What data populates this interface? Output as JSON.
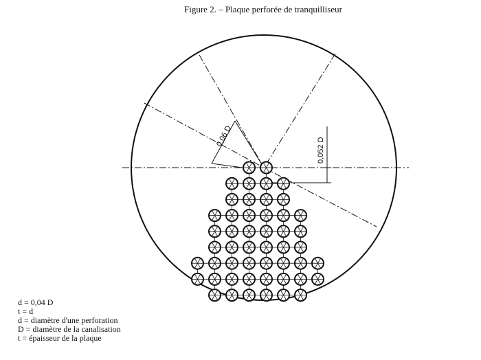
{
  "title": "Figure 2. – Plaque perforée de tranquilliseur",
  "dimensions": {
    "radial": "0,06 D",
    "vertical": "0,052 D"
  },
  "legend": [
    "d = 0,04 D",
    "t = d",
    "d = diamètre d'une perforation",
    "D = diamètre de la canalisation",
    "t = épaisseur de la plaque"
  ],
  "pattern": {
    "rows": [
      {
        "offset": 0,
        "count": 2
      },
      {
        "offset": 1,
        "count": 4
      },
      {
        "offset": 2,
        "count": 4
      },
      {
        "offset": 3,
        "count": 6
      },
      {
        "offset": 4,
        "count": 6
      },
      {
        "offset": 5,
        "count": 6
      },
      {
        "offset": 6,
        "count": 8
      },
      {
        "offset": 7,
        "count": 8
      },
      {
        "offset": 8,
        "count": 6
      }
    ]
  }
}
